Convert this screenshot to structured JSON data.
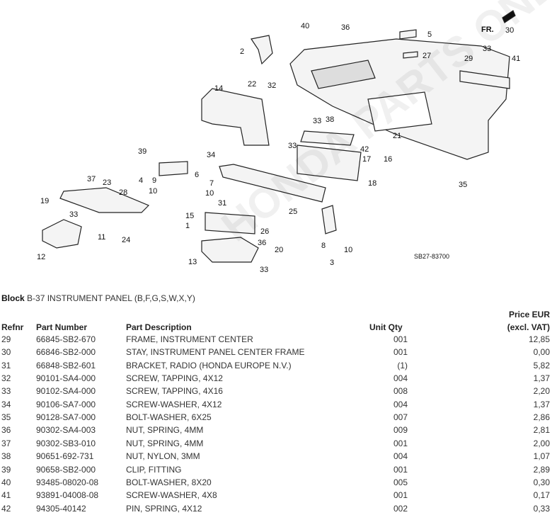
{
  "diagram": {
    "code": "SB27-83700",
    "direction_label": "FR.",
    "callouts": [
      "40",
      "36",
      "5",
      "30",
      "2",
      "27",
      "29",
      "33",
      "41",
      "14",
      "22",
      "32",
      "33",
      "38",
      "21",
      "39",
      "34",
      "33",
      "42",
      "17",
      "16",
      "4",
      "9",
      "10",
      "6",
      "7",
      "10",
      "18",
      "35",
      "37",
      "23",
      "19",
      "28",
      "33",
      "31",
      "25",
      "15",
      "1",
      "26",
      "11",
      "24",
      "12",
      "36",
      "20",
      "13",
      "33",
      "8",
      "10",
      "3"
    ]
  },
  "watermark": "HONDA PARTS ONLINE",
  "block": {
    "label": "Block",
    "title": "B-37 INSTRUMENT PANEL (B,F,G,S,W,X,Y)"
  },
  "table": {
    "headers": {
      "refnr": "Refnr",
      "part_number": "Part Number",
      "description": "Part Description",
      "qty": "Unit Qty",
      "price_line1": "Price EUR",
      "price_line2": "(excl. VAT)"
    },
    "rows": [
      {
        "ref": "29",
        "pn": "66845-SB2-670",
        "desc": "FRAME, INSTRUMENT CENTER",
        "qty": "001",
        "price": "12,85"
      },
      {
        "ref": "30",
        "pn": "66846-SB2-000",
        "desc": "STAY, INSTRUMENT PANEL CENTER FRAME",
        "qty": "001",
        "price": "0,00"
      },
      {
        "ref": "31",
        "pn": "66848-SB2-601",
        "desc": "BRACKET, RADIO (HONDA EUROPE N.V.)",
        "qty": "(1)",
        "price": "5,82"
      },
      {
        "ref": "32",
        "pn": "90101-SA4-000",
        "desc": "SCREW, TAPPING, 4X12",
        "qty": "004",
        "price": "1,37"
      },
      {
        "ref": "33",
        "pn": "90102-SA4-000",
        "desc": "SCREW, TAPPING, 4X16",
        "qty": "008",
        "price": "2,20"
      },
      {
        "ref": "34",
        "pn": "90106-SA7-000",
        "desc": "SCREW-WASHER, 4X12",
        "qty": "004",
        "price": "1,37"
      },
      {
        "ref": "35",
        "pn": "90128-SA7-000",
        "desc": "BOLT-WASHER, 6X25",
        "qty": "007",
        "price": "2,86"
      },
      {
        "ref": "36",
        "pn": "90302-SA4-003",
        "desc": "NUT, SPRING, 4MM",
        "qty": "009",
        "price": "2,81"
      },
      {
        "ref": "37",
        "pn": "90302-SB3-010",
        "desc": "NUT, SPRING, 4MM",
        "qty": "001",
        "price": "2,00"
      },
      {
        "ref": "38",
        "pn": "90651-692-731",
        "desc": "NUT, NYLON, 3MM",
        "qty": "004",
        "price": "1,07"
      },
      {
        "ref": "39",
        "pn": "90658-SB2-000",
        "desc": "CLIP, FITTING",
        "qty": "001",
        "price": "2,89"
      },
      {
        "ref": "40",
        "pn": "93485-08020-08",
        "desc": "BOLT-WASHER, 8X20",
        "qty": "005",
        "price": "0,30"
      },
      {
        "ref": "41",
        "pn": "93891-04008-08",
        "desc": "SCREW-WASHER, 4X8",
        "qty": "001",
        "price": "0,17"
      },
      {
        "ref": "42",
        "pn": "94305-40142",
        "desc": "PIN, SPRING, 4X12",
        "qty": "002",
        "price": "0,33"
      }
    ]
  }
}
